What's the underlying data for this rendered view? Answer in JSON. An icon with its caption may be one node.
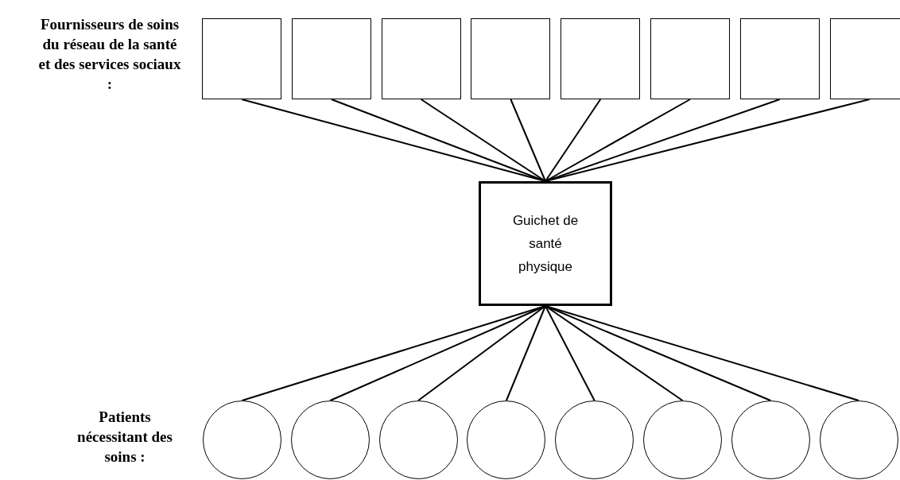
{
  "diagram": {
    "nodes": [
      {
        "text": [],
        "shape": "box"
      },
      {
        "text": [],
        "shape": "box"
      },
      {
        "text": [],
        "shape": "box"
      },
      {
        "text": [],
        "shape": "box"
      },
      {
        "text": [],
        "shape": "box"
      },
      {
        "text": [],
        "shape": "box"
      },
      {
        "text": [],
        "shape": "box"
      },
      {
        "text": [],
        "shape": "box"
      },
      {
        "text": [
          "Guichet de santé physique"
        ]
      },
      {
        "text": [],
        "shape": "circle"
      },
      {
        "text": [],
        "shape": "circle"
      },
      {
        "text": [],
        "shape": "circle"
      },
      {
        "text": [],
        "shape": "circle"
      },
      {
        "text": [],
        "shape": "circle"
      },
      {
        "text": [],
        "shape": "circle"
      },
      {
        "text": [],
        "shape": "circle"
      },
      {
        "text": [],
        "shape": "circle"
      }
    ],
    "edges": [
      {
        "from": 0,
        "to": 8,
        "arrow": "none"
      },
      {
        "from": 1,
        "to": 8,
        "arrow": "none"
      },
      {
        "from": 2,
        "to": 8,
        "arrow": "none"
      },
      {
        "from": 3,
        "to": 8,
        "arrow": "none"
      },
      {
        "from": 4,
        "to": 8,
        "arrow": "none"
      },
      {
        "from": 5,
        "to": 8,
        "arrow": "none"
      },
      {
        "from": 6,
        "to": 8,
        "arrow": "none"
      },
      {
        "from": 7,
        "to": 8,
        "arrow": "none"
      },
      {
        "from": 8,
        "to": 9,
        "arrow": "none"
      },
      {
        "from": 8,
        "to": 10,
        "arrow": "none"
      },
      {
        "from": 8,
        "to": 11,
        "arrow": "none"
      },
      {
        "from": 8,
        "to": 12,
        "arrow": "none"
      },
      {
        "from": 8,
        "to": 13,
        "arrow": "none"
      },
      {
        "from": 8,
        "to": 14,
        "arrow": "none"
      },
      {
        "from": 8,
        "to": 15,
        "arrow": "none"
      },
      {
        "from": 8,
        "to": 16,
        "arrow": "none"
      }
    ],
    "labels": [
      "Fournisseurs de soins du réseau de la santé et des services sociaux :",
      "Patients nécessitant des soins :"
    ]
  }
}
